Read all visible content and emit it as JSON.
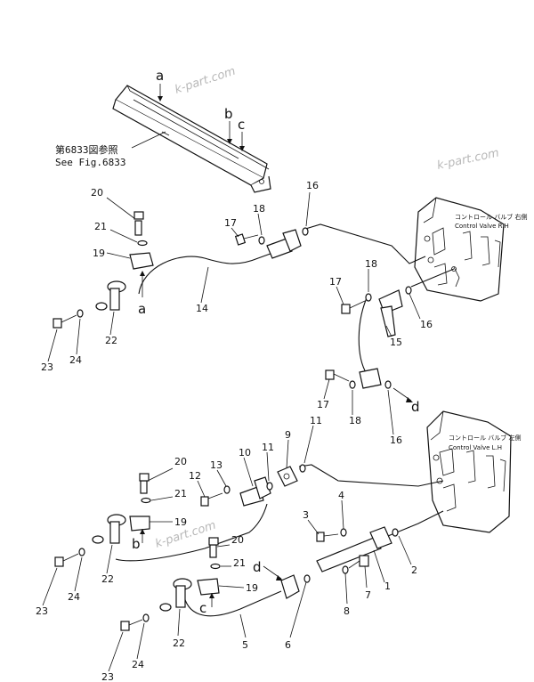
{
  "reference_note": {
    "line1": "第6833図参照",
    "line2": "See Fig.6833"
  },
  "control_valve_rh": {
    "jp": "コントロール バルブ 右側",
    "en": "Control Valve R.H"
  },
  "control_valve_lh": {
    "jp": "コントロール バルブ 左側",
    "en": "Control Valve L.H"
  },
  "watermark": "k-part.com",
  "callouts": {
    "p1": "1",
    "p2": "2",
    "p3": "3",
    "p4": "4",
    "p5": "5",
    "p6": "6",
    "p7": "7",
    "p8": "8",
    "p9": "9",
    "p10": "10",
    "p11a": "11",
    "p11b": "11",
    "p12": "12",
    "p13": "13",
    "p14": "14",
    "p15": "15",
    "p16a": "16",
    "p16b": "16",
    "p16c": "16",
    "p17a": "17",
    "p17b": "17",
    "p17c": "17",
    "p18a": "18",
    "p18b": "18",
    "p18c": "18",
    "p19a": "19",
    "p19b": "19",
    "p19c": "19",
    "p20a": "20",
    "p20b": "20",
    "p20c": "20",
    "p21a": "21",
    "p21b": "21",
    "p21c": "21",
    "p22a": "22",
    "p22b": "22",
    "p22c": "22",
    "p23a": "23",
    "p23b": "23",
    "p23c": "23",
    "p24a": "24",
    "p24b": "24",
    "p24c": "24"
  },
  "refs": {
    "a_top": "a",
    "b_top": "b",
    "c_top": "c",
    "a_low": "a",
    "b_low": "b",
    "c_low": "c",
    "d_right": "d",
    "d_low": "d"
  }
}
